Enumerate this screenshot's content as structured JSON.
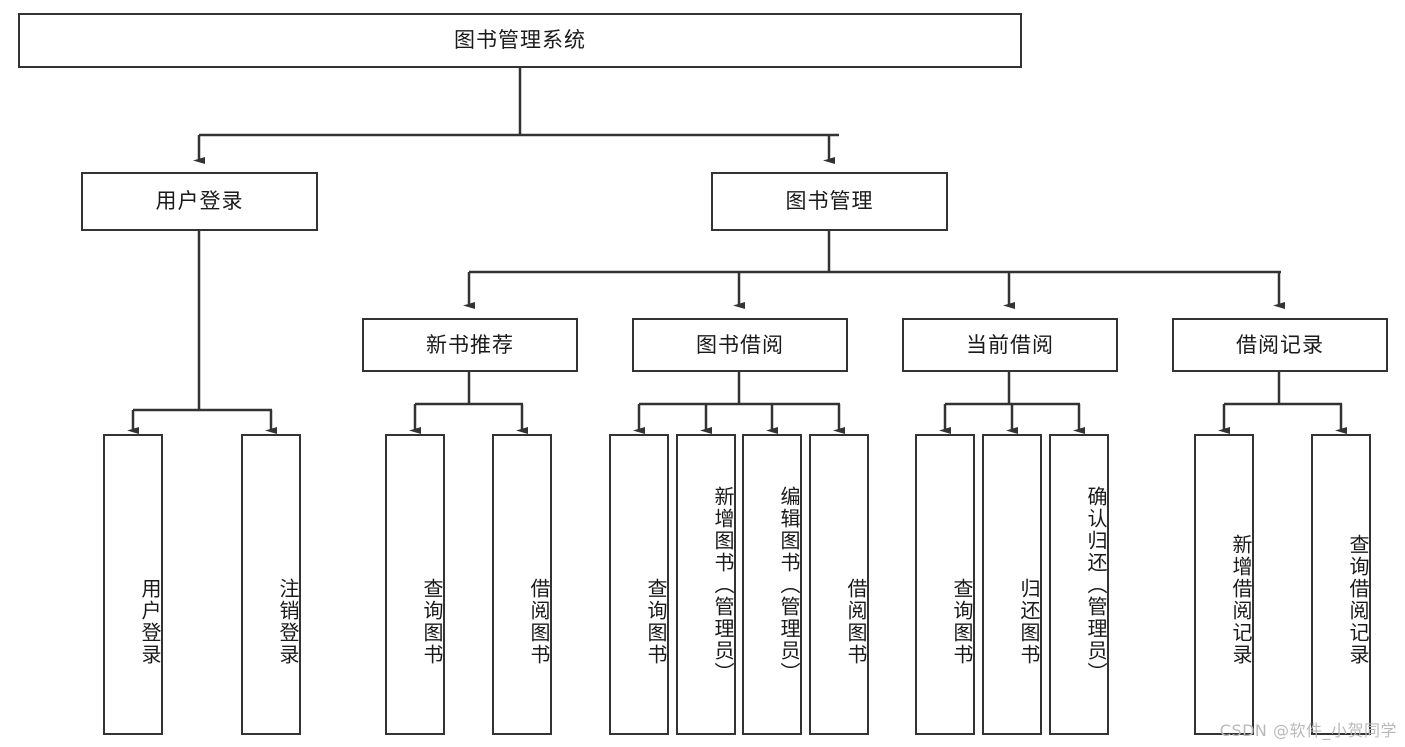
{
  "diagram": {
    "title": "图书管理系统",
    "type": "tree-hierarchy-flowchart",
    "colors": {
      "stroke": "#333333",
      "fill": "#ffffff",
      "text": "#1a1a1a",
      "watermark": "#b9b9b9"
    },
    "nodes": {
      "root": {
        "label": "图书管理系统"
      },
      "level2": {
        "user_login": {
          "label": "用户登录"
        },
        "book_manage": {
          "label": "图书管理"
        }
      },
      "level3": {
        "new_book_recommend": {
          "label": "新书推荐"
        },
        "book_borrow": {
          "label": "图书借阅"
        },
        "current_borrow": {
          "label": "当前借阅"
        },
        "borrow_record": {
          "label": "借阅记录"
        }
      },
      "leaves": {
        "user_login_children": [
          {
            "label": "用户登录"
          },
          {
            "label": "注销登录"
          }
        ],
        "new_book_recommend_children": [
          {
            "label": "查询图书"
          },
          {
            "label": "借阅图书"
          }
        ],
        "book_borrow_children": [
          {
            "label": "查询图书"
          },
          {
            "label": "新增图书（管理员）"
          },
          {
            "label": "编辑图书（管理员）"
          },
          {
            "label": "借阅图书"
          }
        ],
        "current_borrow_children": [
          {
            "label": "查询图书"
          },
          {
            "label": "归还图书"
          },
          {
            "label": "确认归还（管理员）"
          }
        ],
        "borrow_record_children": [
          {
            "label": "新增借阅记录"
          },
          {
            "label": "查询借阅记录"
          }
        ]
      }
    },
    "watermark": "CSDN @软件_小贺同学"
  }
}
